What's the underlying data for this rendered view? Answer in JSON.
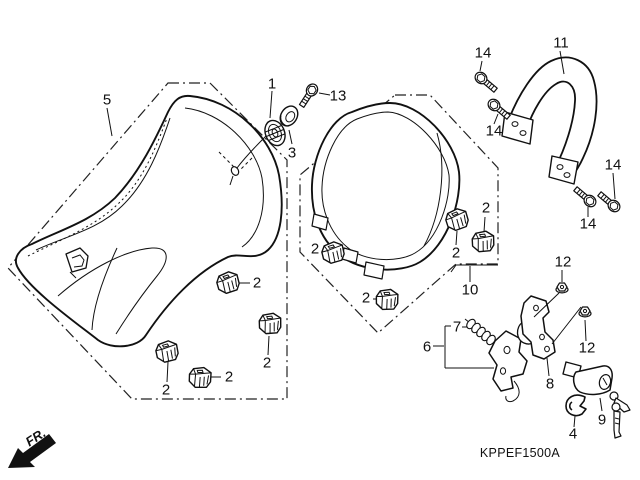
{
  "diagram": {
    "type": "exploded-parts-diagram",
    "footer": {
      "diagram_code": "KPPEF1500A"
    },
    "orientation": {
      "front_label": "FR."
    },
    "colors": {
      "line": "#111111",
      "background": "#ffffff"
    }
  },
  "callouts": {
    "grommet": "1",
    "cushion": "2",
    "seat_collar": "3",
    "clip": "4",
    "main_seat": "5",
    "lock_assembly": "6",
    "spring": "7",
    "bracket": "8",
    "lock_cylinder": "9",
    "rear_seat": "10",
    "grab_rail": "11",
    "nut": "12",
    "seat_bolt": "13",
    "rail_bolt": "14"
  }
}
